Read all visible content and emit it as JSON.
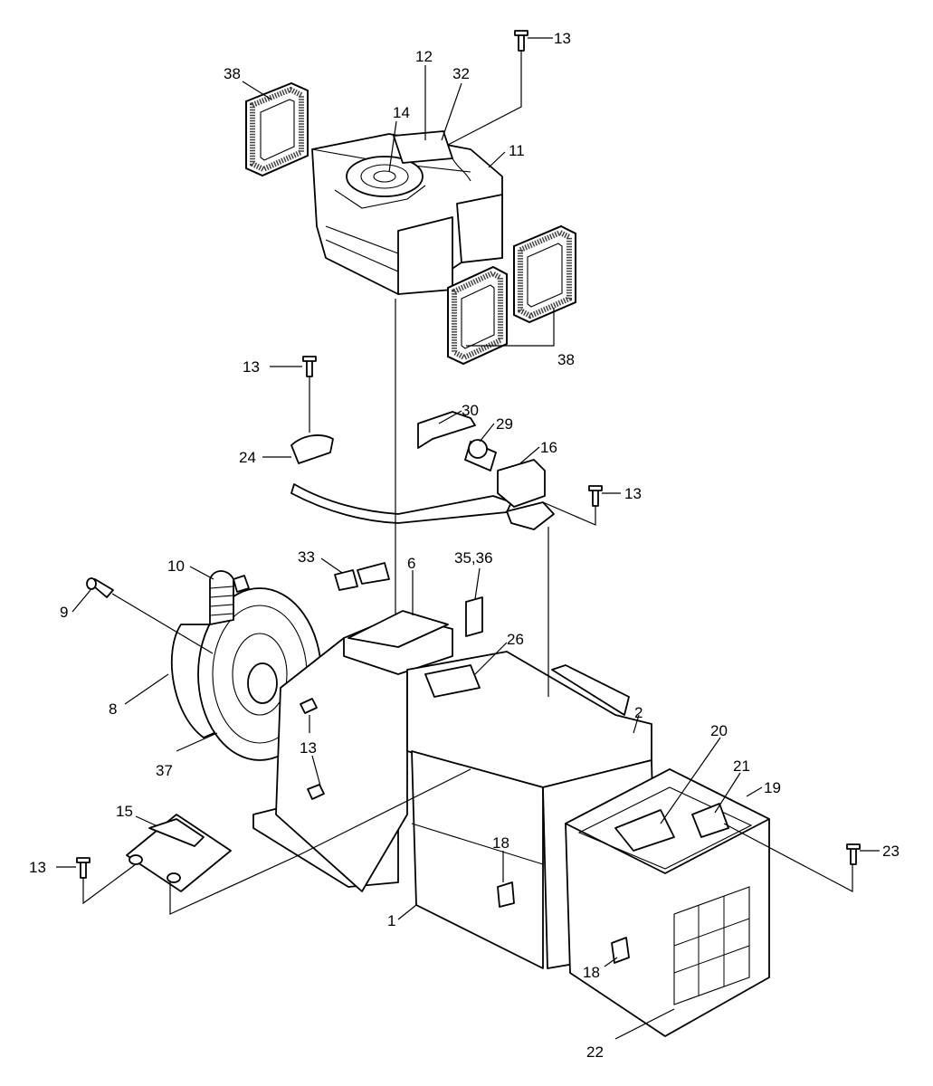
{
  "callouts": [
    {
      "id": "c01",
      "label": "13"
    },
    {
      "id": "c02",
      "label": "12"
    },
    {
      "id": "c03",
      "label": "32"
    },
    {
      "id": "c04",
      "label": "38"
    },
    {
      "id": "c05",
      "label": "14"
    },
    {
      "id": "c06",
      "label": "11"
    },
    {
      "id": "c07",
      "label": "38"
    },
    {
      "id": "c08",
      "label": "13"
    },
    {
      "id": "c09",
      "label": "30"
    },
    {
      "id": "c10",
      "label": "29"
    },
    {
      "id": "c11",
      "label": "16"
    },
    {
      "id": "c12",
      "label": "24"
    },
    {
      "id": "c13",
      "label": "13"
    },
    {
      "id": "c14",
      "label": "10"
    },
    {
      "id": "c15",
      "label": "33"
    },
    {
      "id": "c16",
      "label": "6"
    },
    {
      "id": "c17",
      "label": "35,36"
    },
    {
      "id": "c18",
      "label": "9"
    },
    {
      "id": "c19",
      "label": "26"
    },
    {
      "id": "c20",
      "label": "8"
    },
    {
      "id": "c21",
      "label": "2"
    },
    {
      "id": "c22",
      "label": "20"
    },
    {
      "id": "c23",
      "label": "13"
    },
    {
      "id": "c24",
      "label": "21"
    },
    {
      "id": "c25",
      "label": "37"
    },
    {
      "id": "c26",
      "label": "19"
    },
    {
      "id": "c27",
      "label": "15"
    },
    {
      "id": "c28",
      "label": "18"
    },
    {
      "id": "c29",
      "label": "23"
    },
    {
      "id": "c30",
      "label": "13"
    },
    {
      "id": "c31",
      "label": "1"
    },
    {
      "id": "c32",
      "label": "18"
    },
    {
      "id": "c33",
      "label": "22"
    }
  ]
}
